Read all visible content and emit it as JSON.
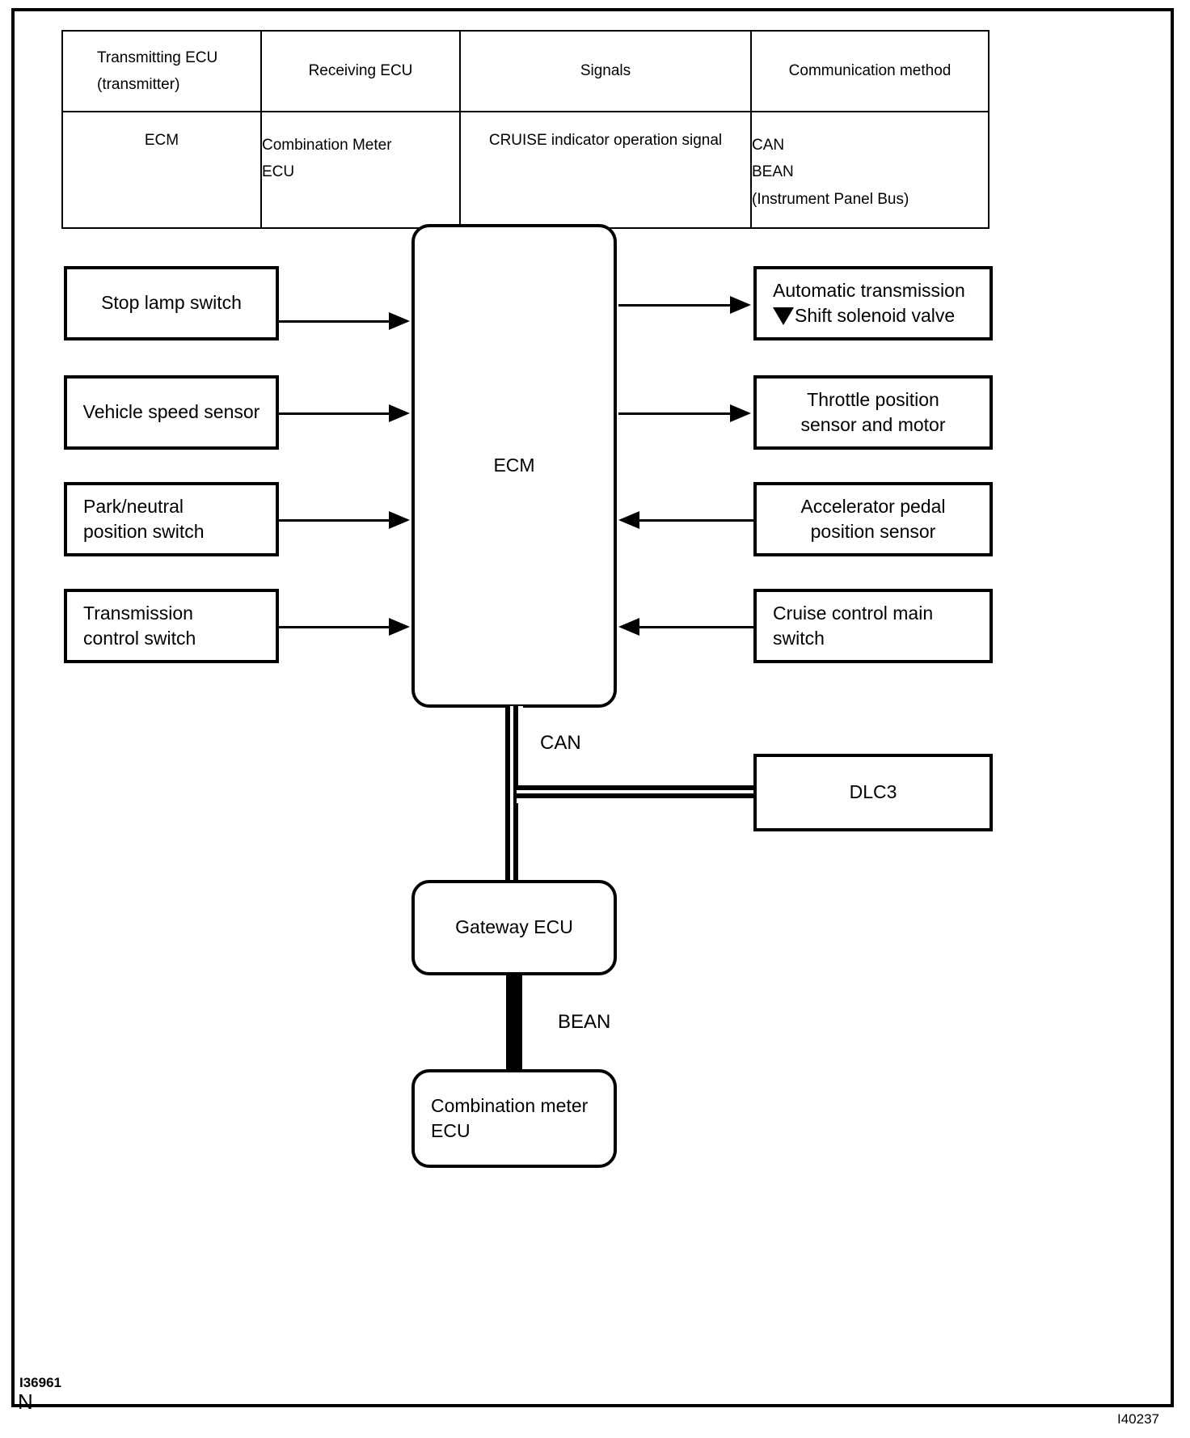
{
  "table": {
    "headers": [
      "Transmitting ECU\n(transmitter)",
      "Receiving ECU",
      "Signals",
      "Communication method"
    ],
    "header_line1": "Transmitting ECU",
    "header_line2": "(transmitter)",
    "header_receiving": "Receiving ECU",
    "header_signals": "Signals",
    "header_method": "Communication method",
    "row": {
      "transmitting": "ECM",
      "receiving_line1": "Combination   Meter",
      "receiving_line2": "ECU",
      "signals": "CRUISE indicator operation signal",
      "method_line1": "CAN",
      "method_line2": "BEAN",
      "method_line3": "(Instrument Panel Bus)"
    }
  },
  "diagram": {
    "center_node": "ECM",
    "inputs_left": [
      {
        "label": "Stop lamp switch"
      },
      {
        "label": "Vehicle speed sensor"
      },
      {
        "label": "Park/neutral\nposition switch",
        "line1": "Park/neutral",
        "line2": "position switch"
      },
      {
        "label": "Transmission\ncontrol switch",
        "line1": "Transmission",
        "line2": "control switch"
      }
    ],
    "nodes_right": [
      {
        "line1": "Automatic transmission",
        "line2": "Shift solenoid valve",
        "marker": "triangle-down-icon",
        "direction": "out"
      },
      {
        "line1": "Throttle position",
        "line2": "sensor and motor",
        "direction": "out"
      },
      {
        "line1": "Accelerator pedal",
        "line2": "position sensor",
        "direction": "in"
      },
      {
        "line1": "Cruise control main",
        "line2": "switch",
        "direction": "in"
      }
    ],
    "bus_labels": {
      "can": "CAN",
      "bean": "BEAN"
    },
    "dlc_node": "DLC3",
    "gateway_node": "Gateway ECU",
    "combination_meter_line1": "Combination meter",
    "combination_meter_line2": "ECU"
  },
  "footer": {
    "code_left": "I36961",
    "letter_left": "N",
    "code_right": "I40237"
  },
  "colors": {
    "ink": "#000000",
    "paper": "#ffffff"
  }
}
